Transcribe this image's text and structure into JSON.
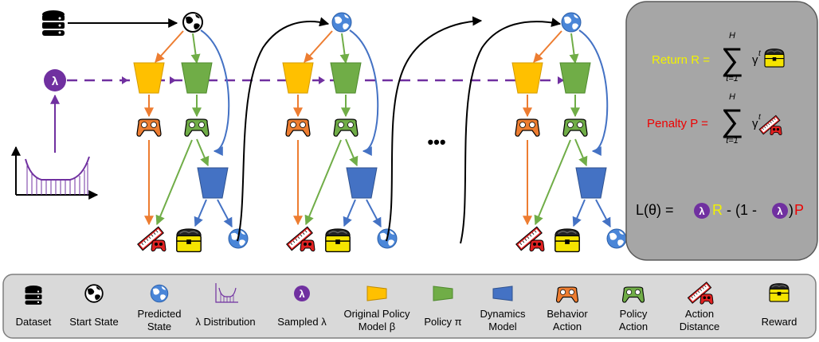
{
  "formula_panel": {
    "return_label": "Return R = ",
    "penalty_label": "Penalty P = ",
    "sum_upper": "H",
    "sum_lower": "t=1",
    "gamma": "γ",
    "exponent": "t",
    "loss_prefix": "L(θ) = ",
    "lambda_symbol": "λ",
    "loss_r": "R",
    "loss_mid": " - (1 - ",
    "loss_close": ")",
    "loss_p": "P",
    "colors": {
      "return": "#f2f200",
      "penalty": "#ee0000",
      "lambda": "#6a0dad",
      "text": "#000000"
    }
  },
  "diagram": {
    "ellipsis": "•••",
    "lambda_symbol": "λ",
    "arrow_colors": {
      "orange": "#ed7d31",
      "green": "#70ad47",
      "blue": "#4472c4",
      "purple": "#7030a0",
      "black": "#000000"
    }
  },
  "legend": {
    "items": [
      {
        "label": [
          "Dataset"
        ],
        "icon": "database-icon"
      },
      {
        "label": [
          "Start State"
        ],
        "icon": "globe-black-icon"
      },
      {
        "label": [
          "Predicted",
          "State"
        ],
        "icon": "globe-blue-icon"
      },
      {
        "label": [
          "λ Distribution"
        ],
        "icon": "lambda-distribution-icon"
      },
      {
        "label": [
          "Sampled λ"
        ],
        "icon": "lambda-circle-icon"
      },
      {
        "label": [
          "Original Policy",
          "Model β"
        ],
        "icon": "orange-trapezoid-icon"
      },
      {
        "label": [
          "Policy π"
        ],
        "icon": "green-trapezoid-icon"
      },
      {
        "label": [
          "Dynamics",
          "Model"
        ],
        "icon": "blue-trapezoid-icon"
      },
      {
        "label": [
          "Behavior",
          "Action"
        ],
        "icon": "orange-gamepad-icon"
      },
      {
        "label": [
          "Policy",
          "Action"
        ],
        "icon": "green-gamepad-icon"
      },
      {
        "label": [
          "Action",
          "Distance"
        ],
        "icon": "ruler-gamepad-icon"
      },
      {
        "label": [
          "Reward"
        ],
        "icon": "treasure-chest-icon"
      }
    ]
  }
}
